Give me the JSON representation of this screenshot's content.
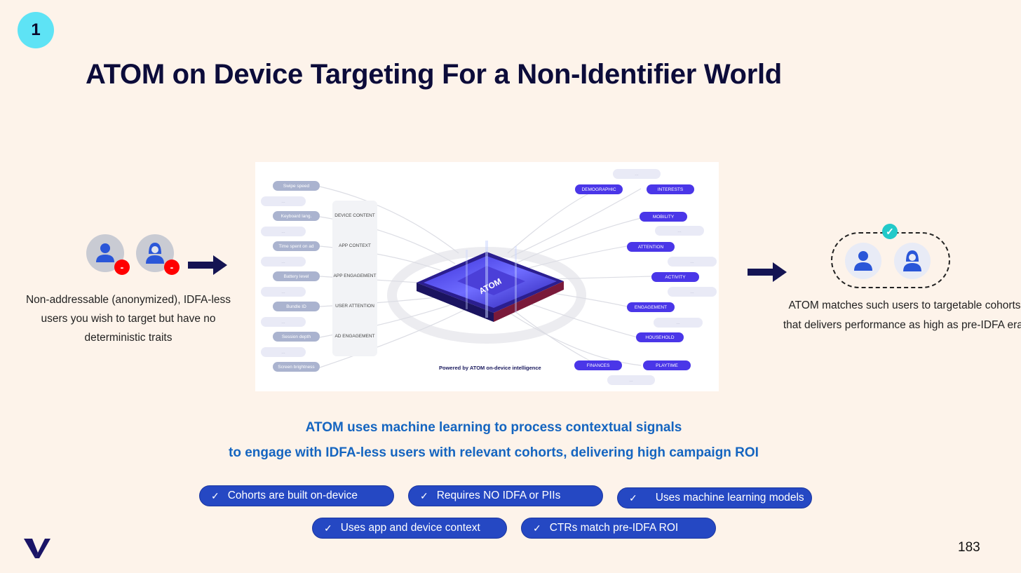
{
  "step": "1",
  "title": "ATOM on Device Targeting For a Non-Identifier World",
  "left_caption": "Non-addressable (anonymized), IDFA-less users you wish to target but have no deterministic traits",
  "right_caption": "ATOM matches such users to targetable cohorts that delivers performance as high as pre-IDFA era.",
  "diagram": {
    "signals": [
      "Swipe speed",
      "Keyboard lang.",
      "Time spent on ad",
      "Battery level",
      "Bundle ID",
      "Session depth",
      "Screen brightness"
    ],
    "contexts": [
      "DEVICE CONTENT",
      "APP CONTEXT",
      "APP ENGAGEMENT",
      "USER ATTENTION",
      "AD ENGAGEMENT"
    ],
    "chip_label": "ATOM",
    "cohorts": [
      "DEMOGRAPHIC",
      "INTERESTS",
      "MOBILITY",
      "ATTENTION",
      "ACTIVITY",
      "ENGAGEMENT",
      "HOUSEHOLD",
      "FINANCES",
      "PLAYTIME"
    ],
    "powered_by": "Powered by ATOM on-device intelligence",
    "ellipsis": "..."
  },
  "headline": {
    "line1": "ATOM uses machine learning to process contextual signals",
    "line2": "to engage with IDFA-less users with relevant cohorts, delivering high campaign ROI"
  },
  "features": [
    "Cohorts are built on-device",
    "Requires NO IDFA or PIIs",
    "Uses machine learning models",
    "Uses app and device context",
    "CTRs match pre-IDFA ROI"
  ],
  "page_number": "183",
  "colors": {
    "background": "#fdf3ea",
    "title": "#0c0c3a",
    "accent_blue": "#1565c0",
    "pill_blue": "#2548c3",
    "badge_cyan": "#5ee3f5",
    "alert_red": "#ff0000"
  }
}
